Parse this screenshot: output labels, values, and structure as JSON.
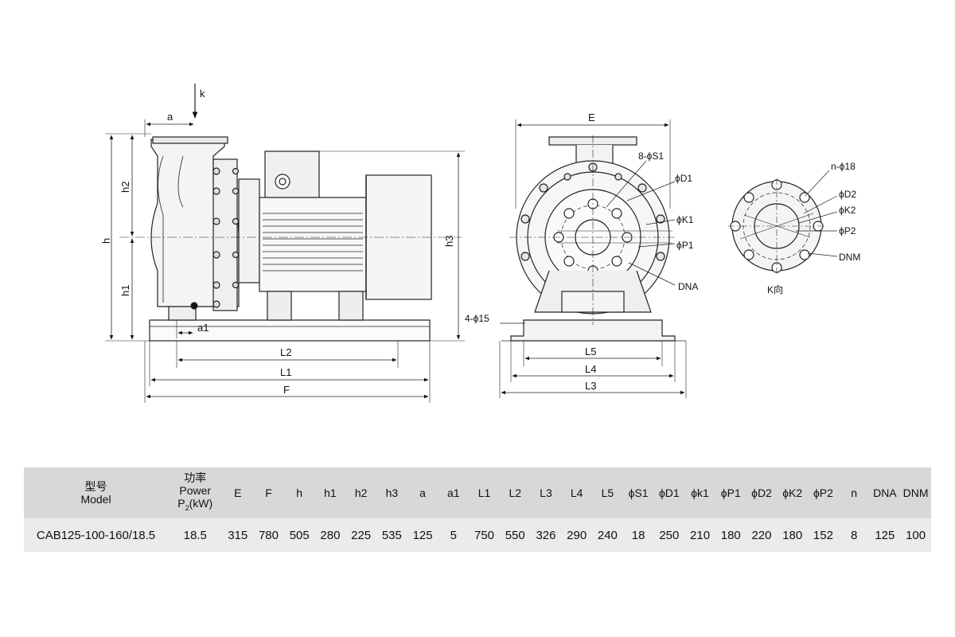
{
  "drawing": {
    "front_view": {
      "k": "k",
      "a": "a",
      "a1": "a1",
      "h": "h",
      "h1": "h1",
      "h2": "h2",
      "h3": "h3",
      "L1": "L1",
      "L2": "L2",
      "F": "F"
    },
    "side_view": {
      "E": "E",
      "S1": "8-ϕS1",
      "D1": "ϕD1",
      "K1": "ϕK1",
      "P1": "ϕP1",
      "DNA": "DNA",
      "holes": "4-ϕ15",
      "L3": "L3",
      "L4": "L4",
      "L5": "L5"
    },
    "k_view": {
      "n18": "n-ϕ18",
      "D2": "ϕD2",
      "K2": "ϕK2",
      "P2": "ϕP2",
      "DNM": "DNM",
      "title": "K向"
    }
  },
  "table": {
    "header": {
      "model_cn": "型号",
      "model_en": "Model",
      "power_cn": "功率",
      "power_en": "Power",
      "power_unit": "P",
      "power_sub": "2",
      "power_unit_tail": "(kW)",
      "cols": [
        "E",
        "F",
        "h",
        "h1",
        "h2",
        "h3",
        "a",
        "a1",
        "L1",
        "L2",
        "L3",
        "L4",
        "L5",
        "ϕS1",
        "ϕD1",
        "ϕk1",
        "ϕP1",
        "ϕD2",
        "ϕK2",
        "ϕP2",
        "n",
        "DNA",
        "DNM"
      ]
    },
    "row": {
      "model": "CAB125-100-160/18.5",
      "power": "18.5",
      "values": [
        "315",
        "780",
        "505",
        "280",
        "225",
        "535",
        "125",
        "5",
        "750",
        "550",
        "326",
        "290",
        "240",
        "18",
        "250",
        "210",
        "180",
        "220",
        "180",
        "152",
        "8",
        "125",
        "100"
      ]
    }
  }
}
